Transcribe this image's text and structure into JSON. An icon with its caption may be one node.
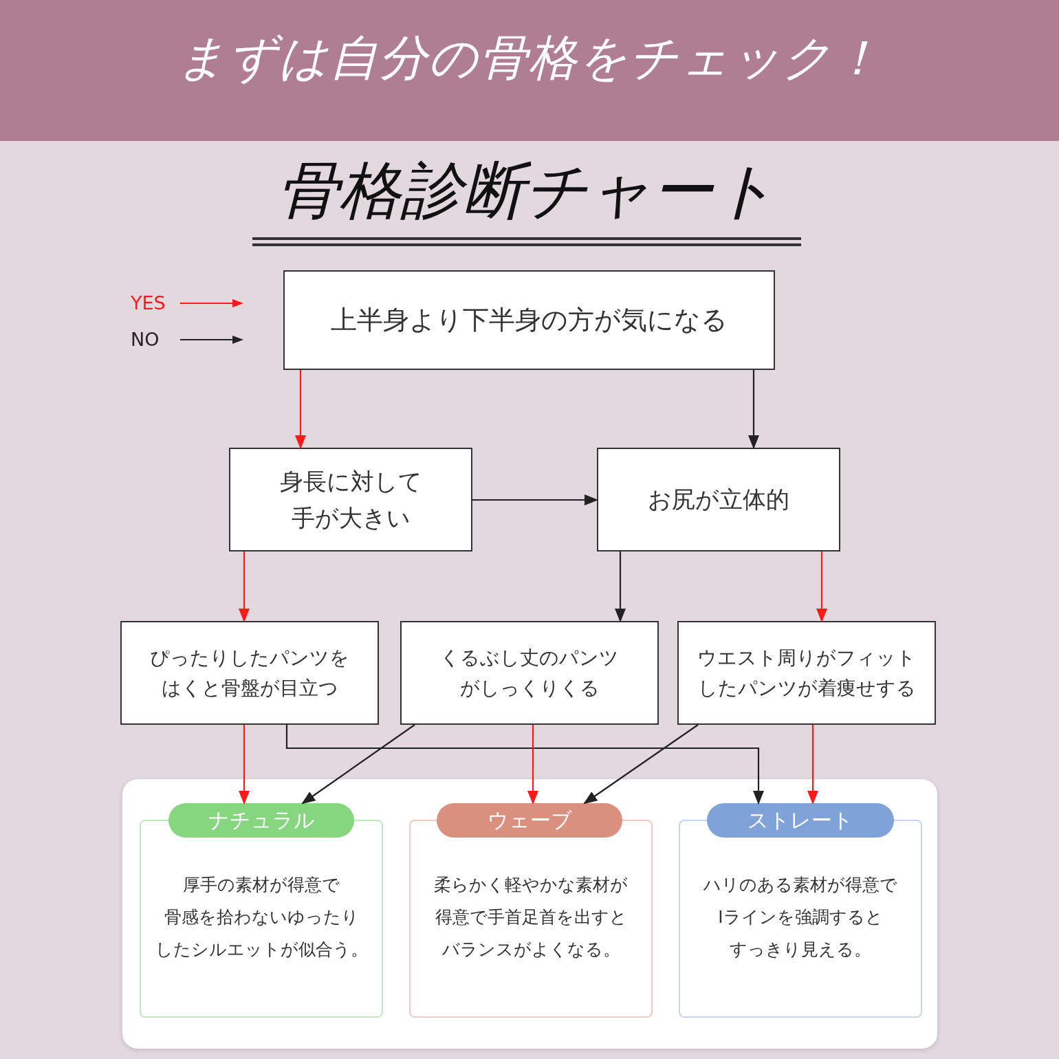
{
  "diagram": {
    "title": "まずは自分の骨格をチェック！",
    "nodes": [
      {
        "text": [
          "上半身より下半身の方が気になる"
        ]
      },
      {
        "text": [
          "身長に対して手が大きい"
        ]
      },
      {
        "text": [
          "お尻が立体的"
        ]
      },
      {
        "text": [
          "ぴったりしたパンツをはくと骨盤が目立つ"
        ]
      },
      {
        "text": [
          "くるぶし丈のパンツがしっくりくる"
        ]
      },
      {
        "text": [
          "ウエスト周りがフィットしたパンツが着痩せする"
        ]
      },
      {
        "text": [],
        "shape": "box"
      },
      {
        "text": [
          "ナチュラル",
          "厚手の素材が得意で骨感を拾わないゆったりしたシルエットが似合う。"
        ],
        "in": 6
      },
      {
        "text": [
          "ウェーブ",
          "柔らかく軽やかな素材が得意で手首足首を出すとバランスがよくなる。"
        ],
        "in": 6
      },
      {
        "text": [
          "ストレート",
          "ハリのある素材が得意でIラインを強調するとすっきり見える。"
        ],
        "in": 6
      }
    ],
    "edges": [
      {
        "from": 0,
        "to": 1,
        "arrow": "to",
        "color": "#ff1a1a"
      },
      {
        "from": 0,
        "to": 2,
        "arrow": "to",
        "color": "#222222"
      },
      {
        "from": 1,
        "to": 2,
        "arrow": "to",
        "color": "#222222"
      },
      {
        "from": 1,
        "to": 3,
        "arrow": "to",
        "color": "#ff1a1a"
      },
      {
        "from": 2,
        "to": 4,
        "arrow": "to",
        "color": "#222222"
      },
      {
        "from": 2,
        "to": 5,
        "arrow": "to",
        "color": "#ff1a1a"
      },
      {
        "from": 3,
        "to": 7,
        "arrow": "to",
        "color": "#ff1a1a"
      },
      {
        "from": 3,
        "to": 9,
        "arrow": "to",
        "color": "#222222"
      },
      {
        "from": 4,
        "to": 7,
        "arrow": "to",
        "color": "#222222"
      },
      {
        "from": 4,
        "to": 8,
        "arrow": "to",
        "color": "#ff1a1a"
      },
      {
        "from": 5,
        "to": 8,
        "arrow": "to",
        "color": "#222222"
      },
      {
        "from": 5,
        "to": 9,
        "arrow": "to",
        "color": "#ff1a1a"
      }
    ],
    "labels": [
      "骨格診断チャート"
    ],
    "legend": [
      {
        "text": "YES"
      },
      {
        "text": "NO"
      }
    ]
  }
}
